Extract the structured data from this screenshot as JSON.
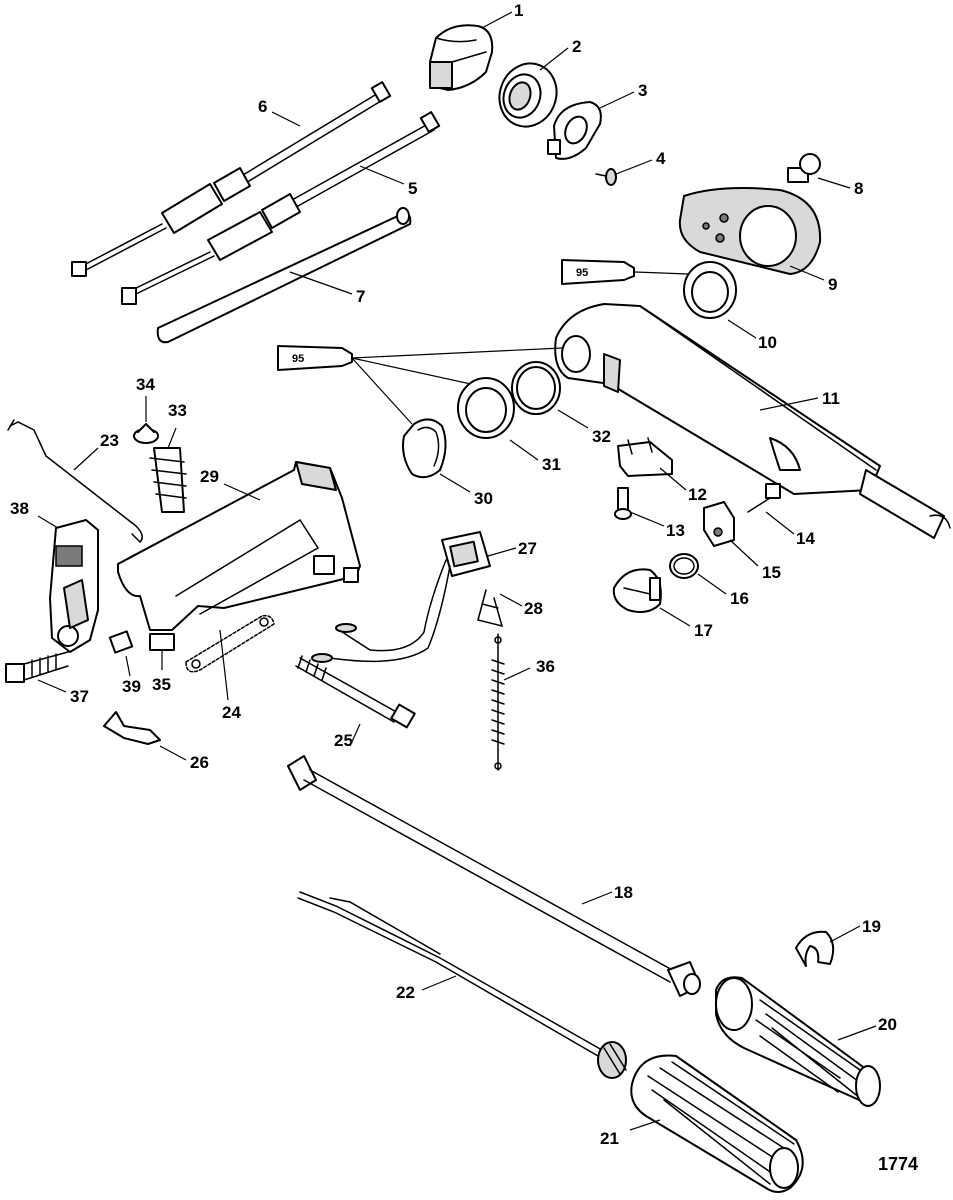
{
  "figure": {
    "id_number": "1774",
    "sealant_tube_label": "95"
  },
  "callouts": [
    {
      "n": "1"
    },
    {
      "n": "2"
    },
    {
      "n": "3"
    },
    {
      "n": "4"
    },
    {
      "n": "5"
    },
    {
      "n": "6"
    },
    {
      "n": "7"
    },
    {
      "n": "8"
    },
    {
      "n": "9"
    },
    {
      "n": "10"
    },
    {
      "n": "11"
    },
    {
      "n": "12"
    },
    {
      "n": "13"
    },
    {
      "n": "14"
    },
    {
      "n": "15"
    },
    {
      "n": "16"
    },
    {
      "n": "17"
    },
    {
      "n": "18"
    },
    {
      "n": "19"
    },
    {
      "n": "20"
    },
    {
      "n": "21"
    },
    {
      "n": "22"
    },
    {
      "n": "23"
    },
    {
      "n": "24"
    },
    {
      "n": "25"
    },
    {
      "n": "26"
    },
    {
      "n": "27"
    },
    {
      "n": "28"
    },
    {
      "n": "29"
    },
    {
      "n": "30"
    },
    {
      "n": "31"
    },
    {
      "n": "32"
    },
    {
      "n": "33"
    },
    {
      "n": "34"
    },
    {
      "n": "35"
    },
    {
      "n": "36"
    },
    {
      "n": "37"
    },
    {
      "n": "38"
    },
    {
      "n": "39"
    }
  ]
}
